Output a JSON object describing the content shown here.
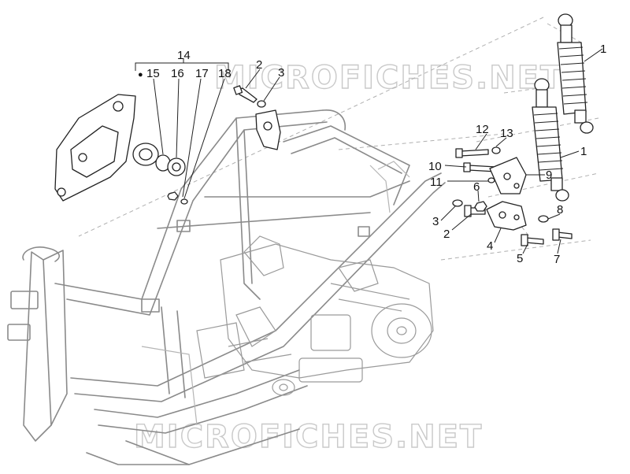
{
  "watermark": "MICROFICHES.NET",
  "colors": {
    "callout": "#111111",
    "watermark": "#c9c9c9",
    "frame": "#8a8a8a",
    "part": "#222222"
  },
  "kit_marker": "●",
  "callouts": {
    "c1a": "1",
    "c1b": "1",
    "c2a": "2",
    "c2b": "2",
    "c3a": "3",
    "c3b": "3",
    "c4": "4",
    "c5": "5",
    "c6": "6",
    "c7": "7",
    "c8": "8",
    "c9": "9",
    "c10": "10",
    "c11": "11",
    "c12": "12",
    "c13": "13",
    "c14": "14",
    "c15": "15",
    "c16": "16",
    "c17": "17",
    "c18": "18"
  }
}
